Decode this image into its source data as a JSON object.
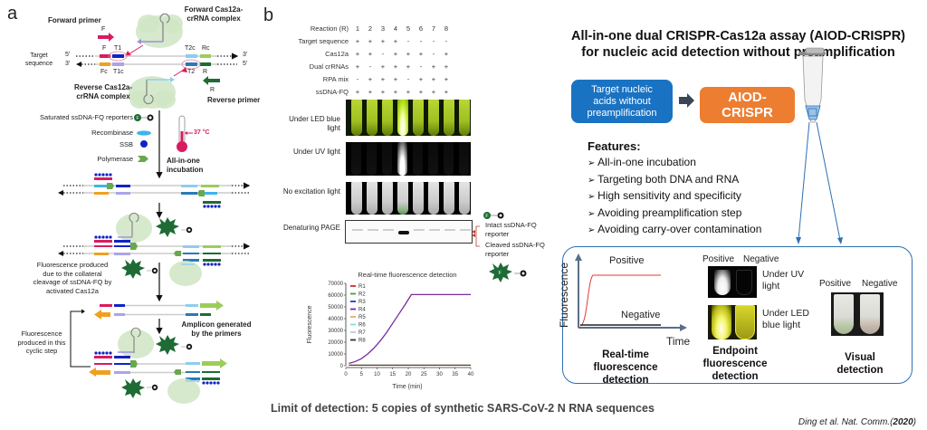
{
  "panel_a": {
    "letter": "a",
    "forward_primer_label": "Forward primer",
    "forward_primer_letter": "F",
    "forward_complex_label": "Forward Cas12a-crRNA complex",
    "reverse_complex_label": "Reverse Cas12a-crRNA complex",
    "reverse_primer_label": "Reverse primer",
    "reverse_primer_letter": "R",
    "target_sequence_label": "Target sequence",
    "top_strand_5": "5'",
    "top_strand_3": "3'",
    "bottom_strand_3": "3'",
    "bottom_strand_5": "5'",
    "segment_labels_top": [
      "F",
      "T1",
      "T2c",
      "Rc"
    ],
    "segment_labels_bottom": [
      "Fc",
      "T1c",
      "T2",
      "R"
    ],
    "legend": [
      {
        "label": "Saturated ssDNA-FQ reporters",
        "icon": "fq-reporter-icon"
      },
      {
        "label": "Recombinase",
        "icon": "recombinase-icon"
      },
      {
        "label": "SSB",
        "icon": "ssb-icon"
      },
      {
        "label": "Polymerase",
        "icon": "polymerase-icon"
      }
    ],
    "temperature": "37 °C",
    "step_incubation": "All-in-one incubation",
    "fluorophore_letter": "F",
    "note_collateral": "Fluorescence produced due to the collateral cleavage of ssDNA-FQ by activated Cas12a",
    "note_amplicon": "Amplicon generated by the primers",
    "note_cyclic": "Fluorescence produced in this cyclic step"
  },
  "panel_b": {
    "letter": "b",
    "reaction_table": {
      "header_label": "Reaction (R)",
      "columns": [
        "1",
        "2",
        "3",
        "4",
        "5",
        "6",
        "7",
        "8"
      ],
      "rows": [
        {
          "label": "Target sequence",
          "values": [
            "+",
            "+",
            "+",
            "+",
            "-",
            "-",
            "-",
            "-"
          ]
        },
        {
          "label": "Cas12a",
          "values": [
            "+",
            "+",
            "-",
            "+",
            "+",
            "+",
            "-",
            "+"
          ]
        },
        {
          "label": "Dual crRNAs",
          "values": [
            "+",
            "-",
            "+",
            "+",
            "+",
            "-",
            "+",
            "+"
          ]
        },
        {
          "label": "RPA mix",
          "values": [
            "-",
            "+",
            "+",
            "+",
            "-",
            "+",
            "+",
            "+"
          ]
        },
        {
          "label": "ssDNA-FQ",
          "values": [
            "+",
            "+",
            "+",
            "+",
            "+",
            "+",
            "+",
            "+"
          ]
        }
      ]
    },
    "image_labels": {
      "led": "Under LED blue light",
      "uv": "Under UV light",
      "none": "No excitation light",
      "page": "Denaturing PAGE"
    },
    "page_labels": {
      "intact": "Intact ssDNA-FQ reporter",
      "cleaved": "Cleaved ssDNA-FQ reporter"
    },
    "positive_reaction": "4"
  },
  "chart_data": {
    "type": "line",
    "title": "Real-time fluorescence detection",
    "xlabel": "Time (min)",
    "ylabel": "Fluorescence",
    "xlim": [
      0,
      40
    ],
    "ylim": [
      0,
      70000
    ],
    "xticks": [
      "0",
      "5",
      "10",
      "15",
      "20",
      "25",
      "30",
      "35",
      "40"
    ],
    "yticks": [
      "0",
      "10000",
      "20000",
      "30000",
      "40000",
      "50000",
      "60000",
      "70000"
    ],
    "legend_position": "top-left",
    "x": [
      1,
      3,
      5,
      7,
      9,
      11,
      13,
      15,
      17,
      19,
      21,
      25,
      30,
      35,
      40
    ],
    "series": [
      {
        "name": "R1",
        "color": "#d62728",
        "values": [
          500,
          500,
          500,
          500,
          500,
          500,
          500,
          500,
          500,
          500,
          500,
          500,
          500,
          500,
          500
        ]
      },
      {
        "name": "R2",
        "color": "#4a9a4a",
        "values": [
          500,
          500,
          500,
          500,
          500,
          500,
          500,
          500,
          500,
          500,
          500,
          500,
          500,
          500,
          500
        ]
      },
      {
        "name": "R3",
        "color": "#1f3fbf",
        "values": [
          500,
          500,
          500,
          500,
          500,
          500,
          500,
          500,
          500,
          500,
          500,
          500,
          500,
          500,
          500
        ]
      },
      {
        "name": "R4",
        "color": "#7b2a9c",
        "values": [
          2000,
          3500,
          6000,
          10000,
          15000,
          21000,
          28000,
          36000,
          44000,
          52000,
          60500,
          60500,
          60500,
          60500,
          60500
        ]
      },
      {
        "name": "R5",
        "color": "#f0a860",
        "values": [
          800,
          800,
          800,
          800,
          800,
          800,
          800,
          800,
          800,
          800,
          800,
          800,
          800,
          800,
          800
        ]
      },
      {
        "name": "R6",
        "color": "#7fe0e0",
        "values": [
          500,
          500,
          500,
          500,
          500,
          500,
          500,
          500,
          500,
          500,
          500,
          500,
          500,
          500,
          500
        ]
      },
      {
        "name": "R7",
        "color": "#c8c8c8",
        "values": [
          500,
          500,
          500,
          500,
          500,
          500,
          500,
          500,
          500,
          500,
          500,
          500,
          500,
          500,
          500
        ]
      },
      {
        "name": "R8",
        "color": "#333333",
        "values": [
          500,
          500,
          500,
          500,
          500,
          500,
          500,
          500,
          500,
          500,
          500,
          500,
          500,
          500,
          500
        ]
      }
    ]
  },
  "right": {
    "title_line1": "All-in-one dual CRISPR-Cas12a assay (AIOD-CRISPR)",
    "title_line2": "for nucleic acid detection without preamplification",
    "input_box": "Target nucleic acids without preamplification",
    "assay_box_line1": "AIOD-",
    "assay_box_line2": "CRISPR",
    "features_title": "Features:",
    "features": [
      "All-in-one incubation",
      "Targeting both DNA and RNA",
      "High sensitivity and specificity",
      "Avoiding preamplification step",
      "Avoiding carry-over contamination"
    ],
    "detection": {
      "realtime": {
        "y_axis": "Fluorescence",
        "x_axis": "Time",
        "positive": "Positive",
        "negative": "Negative",
        "caption": "Real-time fluorescence detection"
      },
      "endpoint": {
        "positive": "Positive",
        "negative": "Negative",
        "uv_label": "Under UV light",
        "led_label": "Under LED blue light",
        "caption": "Endpoint fluorescence detection"
      },
      "visual": {
        "positive": "Positive",
        "negative": "Negative",
        "caption": "Visual detection"
      }
    }
  },
  "footer": {
    "limit_of_detection": "Limit of detection: 5 copies of synthetic SARS-CoV-2 N RNA sequences",
    "citation_prefix": "Ding et al. Nat. Comm.(",
    "citation_year": "2020",
    "citation_suffix": ")"
  },
  "colors": {
    "accent_blue": "#1a72c2",
    "accent_orange": "#ed7d31",
    "frame_blue": "#2e6fb5",
    "primer_red": "#d81b60",
    "reverse_green": "#1e6b35"
  }
}
